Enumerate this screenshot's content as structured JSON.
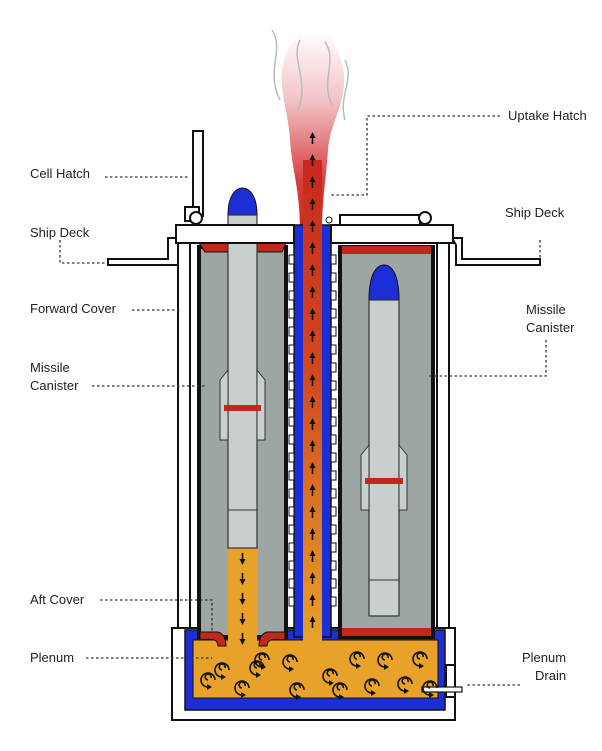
{
  "labels": {
    "cell_hatch": "Cell Hatch",
    "ship_deck_left": "Ship Deck",
    "forward_cover": "Forward Cover",
    "missile_canister_left": [
      "Missile",
      "Canister"
    ],
    "aft_cover": "Aft Cover",
    "plenum": "Plenum",
    "uptake_hatch": "Uptake Hatch",
    "ship_deck_right": "Ship Deck",
    "missile_canister_right": [
      "Missile",
      "Canister"
    ],
    "plenum_drain": [
      "Plenum",
      "Drain"
    ]
  },
  "colors": {
    "exhaust_hot": "#c8281e",
    "exhaust_warm": "#e8a22a",
    "missile_nose": "#1c2fd6",
    "canister": "#9ea6a3",
    "missile_body": "#c9cfcf",
    "cover_red": "#c0281c",
    "wall_blue": "#1c2fd6"
  }
}
